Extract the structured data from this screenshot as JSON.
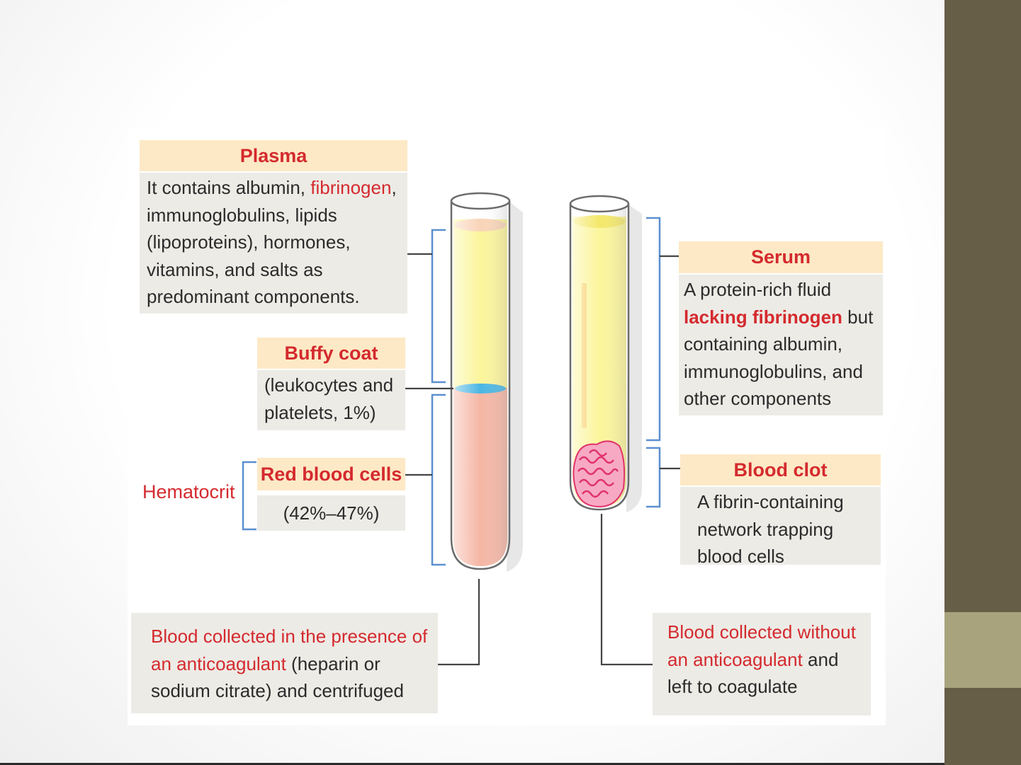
{
  "plasma": {
    "title": "Plasma",
    "lines": [
      {
        "pre": "It contains albumin, ",
        "hl": "fibrinogen",
        "post": ","
      },
      "immunoglobulins, lipids",
      "(lipoproteins), hormones,",
      "vitamins, and salts as",
      "predominant components."
    ]
  },
  "buffy": {
    "title": "Buffy coat",
    "lines": [
      "(leukocytes and",
      "platelets, 1%)"
    ]
  },
  "rbc": {
    "title": "Red blood cells",
    "value": "(42%–47%)"
  },
  "hematocrit": "Hematocrit",
  "serum": {
    "title": "Serum",
    "line1": "A protein-rich fluid",
    "line2_hl": "lacking fibrinogen",
    "line2_post": " but",
    "line3": "containing albumin,",
    "line4": "immunoglobulins, and",
    "line5": "other components"
  },
  "clot": {
    "title": "Blood clot",
    "lines": [
      "A fibrin-containing",
      "network trapping",
      "blood cells"
    ]
  },
  "left_caption": {
    "line1": "Blood collected in the presence of",
    "line2_red": "an anticoagulant",
    "line2_post": " (heparin or",
    "line3": "sodium citrate) and centrifuged"
  },
  "right_caption": {
    "line1": "Blood collected without",
    "line2_red": "an anticoagulant",
    "line2_post": " and",
    "line3": "left to coagulate"
  },
  "colors": {
    "header_fill": "#fde9c6",
    "box_fill": "#edebe6",
    "label_red": "#d42a2e",
    "bracket_blue": "#5b8fd0",
    "plasma_yellow": "#fbf59b",
    "rbc_pink": "#f5b6a4",
    "buffy_blue": "#4ab6e3",
    "clot_red": "#e8457a"
  }
}
